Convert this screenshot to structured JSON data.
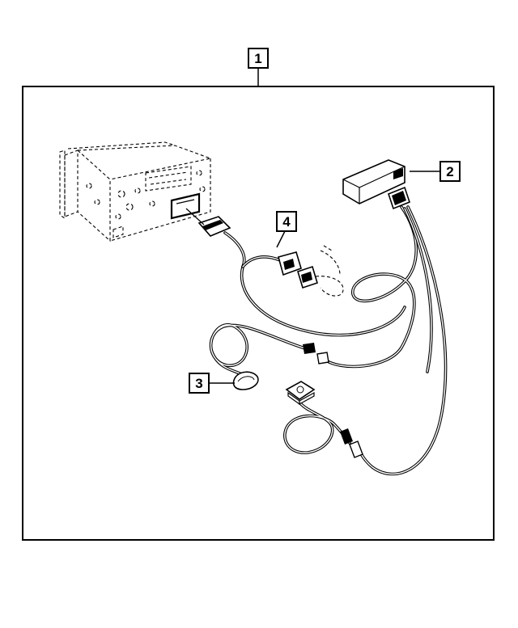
{
  "callouts": [
    {
      "id": "callout-1",
      "label": "1"
    },
    {
      "id": "callout-2",
      "label": "2"
    },
    {
      "id": "callout-3",
      "label": "3"
    },
    {
      "id": "callout-4",
      "label": "4"
    }
  ],
  "parts": {
    "radio_unit": "radio-unit",
    "module": "receiver-module",
    "antenna": "antenna",
    "harness": "wiring-harness",
    "mic": "microphone"
  }
}
